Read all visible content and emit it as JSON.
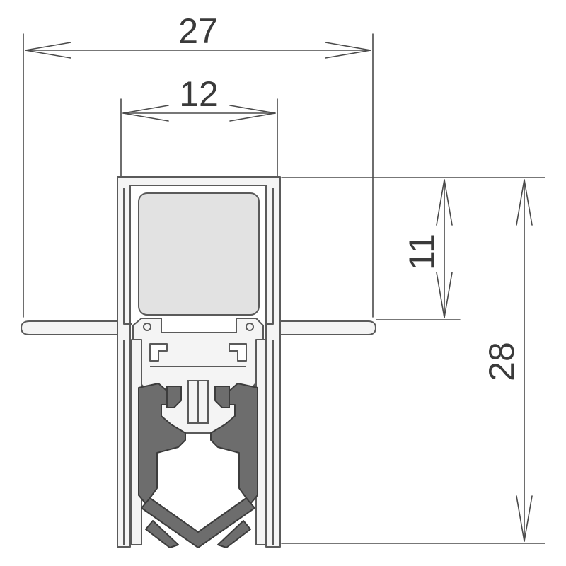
{
  "dimensions": {
    "overall_width": "27",
    "inner_width": "12",
    "top_height": "11",
    "total_height": "28"
  },
  "colors": {
    "line": "#5a5a5a",
    "profile_fill": "#f4f4f4",
    "block_fill": "#e2e2e2",
    "seal_fill": "#6d6d6d"
  }
}
